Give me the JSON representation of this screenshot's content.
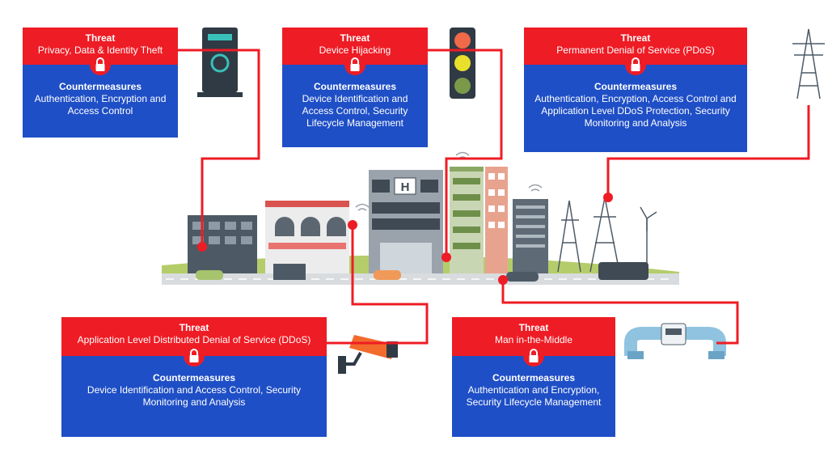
{
  "colors": {
    "threat_red": "#ee1c25",
    "countermeasure_blue": "#1f4fc6",
    "connector": "#ee1c25"
  },
  "icons": [
    "lock-icon",
    "ev-charger-icon",
    "traffic-light-icon",
    "power-tower-icon",
    "security-camera-icon",
    "gas-meter-pipe-icon",
    "hospital-sign-icon",
    "wifi-icon"
  ],
  "cards": {
    "privacy": {
      "threat_label": "Threat",
      "threat_text": "Privacy, Data & Identity Theft",
      "cm_label": "Countermeasures",
      "cm_text": "Authentication, Encryption and Access Control"
    },
    "hijack": {
      "threat_label": "Threat",
      "threat_text": "Device Hijacking",
      "cm_label": "Countermeasures",
      "cm_text": "Device Identification and Access Control, Security Lifecycle Management"
    },
    "pdos": {
      "threat_label": "Threat",
      "threat_text": "Permanent Denial of Service (PDoS)",
      "cm_label": "Countermeasures",
      "cm_text": "Authentication, Encryption, Access Control and Application Level DDoS Protection, Security Monitoring and Analysis"
    },
    "ddos": {
      "threat_label": "Threat",
      "threat_text": "Application Level Distributed Denial of Service (DDoS)",
      "cm_label": "Countermeasures",
      "cm_text": "Device Identification and Access Control, Security Monitoring and Analysis"
    },
    "mitm": {
      "threat_label": "Threat",
      "threat_text": "Man in-the-Middle",
      "cm_label": "Countermeasures",
      "cm_text": "Authentication and Encryption, Security Lifecycle Management"
    }
  },
  "hospital_sign": "H"
}
